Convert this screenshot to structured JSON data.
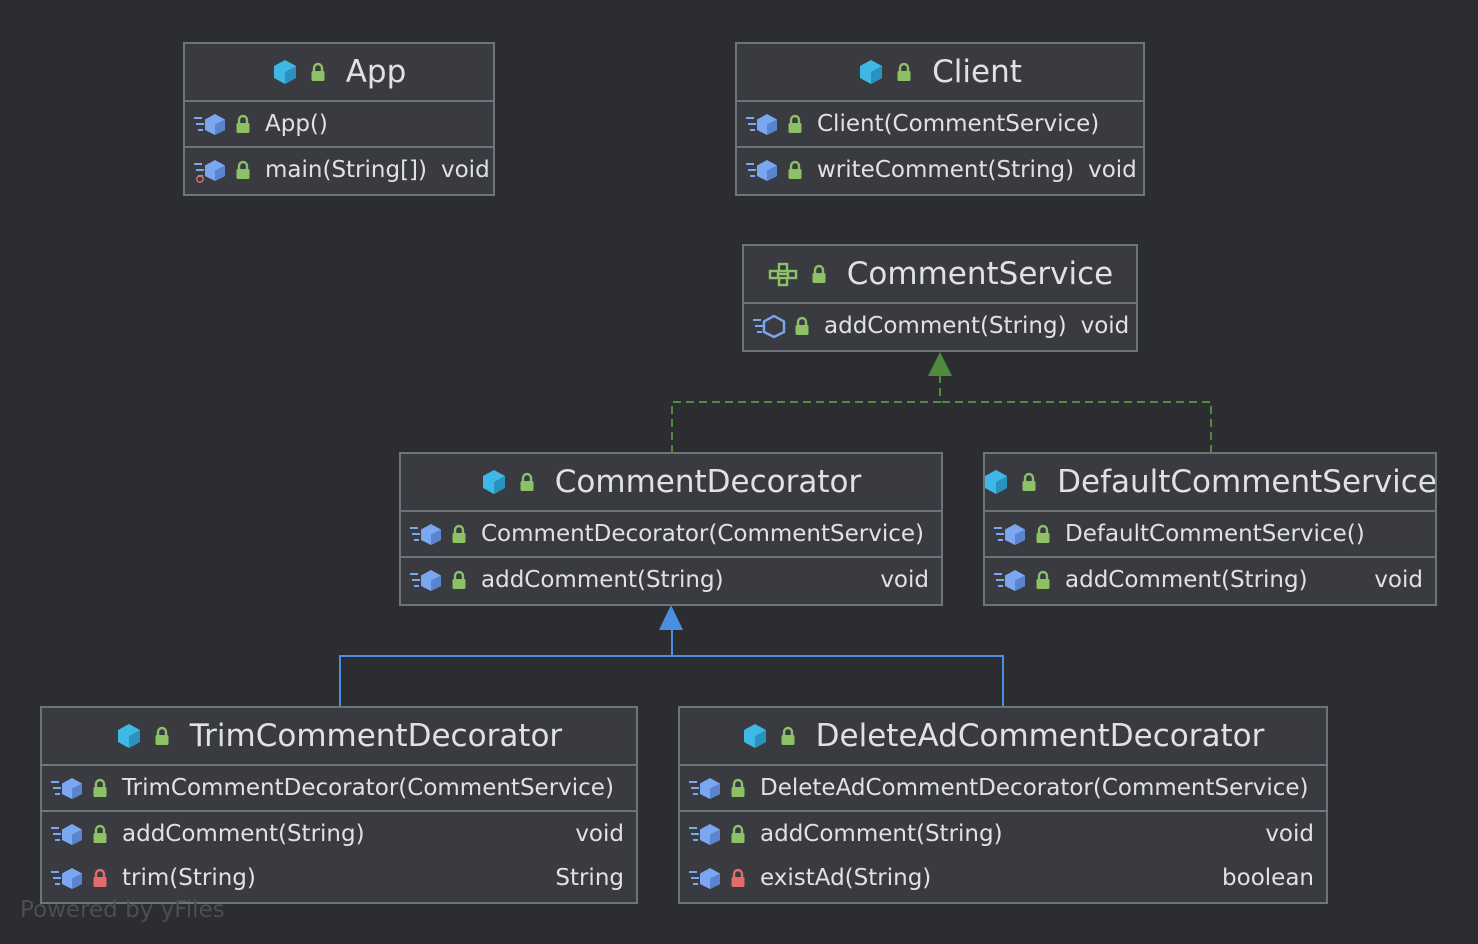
{
  "colors": {
    "background": "#2b2d30",
    "node_fill": "#393b40",
    "node_border": "#6f737a",
    "class_icon": "#3fb8e6",
    "method_icon": "#7ba6f0",
    "public_lock": "#8cc265",
    "private_lock": "#e26c6c",
    "realization_edge": "#4f8a3f",
    "inheritance_edge": "#4a8fe3"
  },
  "nodes": {
    "app": {
      "name": "App",
      "kind": "class",
      "members": [
        [
          {
            "sig": "App()",
            "ret": "",
            "visibility": "public",
            "static": false
          }
        ],
        [
          {
            "sig": "main(String[])",
            "ret": "void",
            "visibility": "public",
            "static": true
          }
        ]
      ]
    },
    "client": {
      "name": "Client",
      "kind": "class",
      "members": [
        [
          {
            "sig": "Client(CommentService)",
            "ret": "",
            "visibility": "public"
          }
        ],
        [
          {
            "sig": "writeComment(String)",
            "ret": "void",
            "visibility": "public"
          }
        ]
      ]
    },
    "comment_service": {
      "name": "CommentService",
      "kind": "interface",
      "members": [
        [
          {
            "sig": "addComment(String)",
            "ret": "void",
            "visibility": "public",
            "abstract": true
          }
        ]
      ]
    },
    "comment_decorator": {
      "name": "CommentDecorator",
      "kind": "class",
      "members": [
        [
          {
            "sig": "CommentDecorator(CommentService)",
            "ret": "",
            "visibility": "public"
          }
        ],
        [
          {
            "sig": "addComment(String)",
            "ret": "void",
            "visibility": "public"
          }
        ]
      ]
    },
    "default_comment_service": {
      "name": "DefaultCommentService",
      "kind": "class",
      "members": [
        [
          {
            "sig": "DefaultCommentService()",
            "ret": "",
            "visibility": "public"
          }
        ],
        [
          {
            "sig": "addComment(String)",
            "ret": "void",
            "visibility": "public"
          }
        ]
      ]
    },
    "trim_comment_decorator": {
      "name": "TrimCommentDecorator",
      "kind": "class",
      "members": [
        [
          {
            "sig": "TrimCommentDecorator(CommentService)",
            "ret": "",
            "visibility": "public"
          }
        ],
        [
          {
            "sig": "addComment(String)",
            "ret": "void",
            "visibility": "public"
          },
          {
            "sig": "trim(String)",
            "ret": "String",
            "visibility": "private"
          }
        ]
      ]
    },
    "delete_ad_comment_decorator": {
      "name": "DeleteAdCommentDecorator",
      "kind": "class",
      "members": [
        [
          {
            "sig": "DeleteAdCommentDecorator(CommentService)",
            "ret": "",
            "visibility": "public"
          }
        ],
        [
          {
            "sig": "addComment(String)",
            "ret": "void",
            "visibility": "public"
          },
          {
            "sig": "existAd(String)",
            "ret": "boolean",
            "visibility": "private"
          }
        ]
      ]
    }
  },
  "edges": [
    {
      "from": "comment_decorator",
      "to": "comment_service",
      "type": "realization"
    },
    {
      "from": "default_comment_service",
      "to": "comment_service",
      "type": "realization"
    },
    {
      "from": "trim_comment_decorator",
      "to": "comment_decorator",
      "type": "inheritance"
    },
    {
      "from": "delete_ad_comment_decorator",
      "to": "comment_decorator",
      "type": "inheritance"
    }
  ],
  "watermark": "Powered by yFiles"
}
